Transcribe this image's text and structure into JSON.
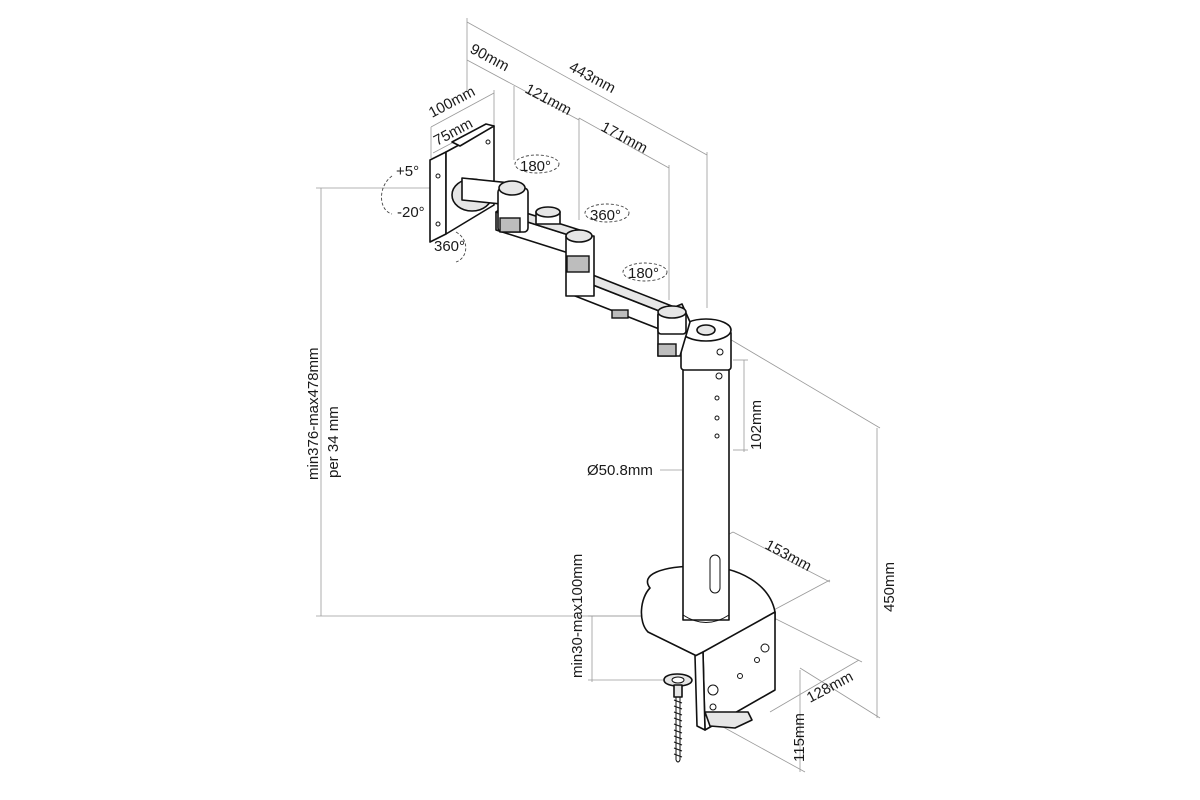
{
  "labels": {
    "w90": "90mm",
    "w443": "443mm",
    "w121": "121mm",
    "w171": "171mm",
    "vesa100": "100mm",
    "vesa75": "75mm",
    "tilt_up": "+5°",
    "tilt_down": "-20°",
    "rot_head": "360°",
    "rot_arm1": "180°",
    "rot_arm2": "360°",
    "rot_arm3": "180°",
    "height_range": "min376-max478mm",
    "height_step": "per 34 mm",
    "hole_spacing": "102mm",
    "pole_diameter": "Ø50.8mm",
    "clamp_thickness": "min30-max100mm",
    "base_width": "153mm",
    "pole_height": "450mm",
    "base_depth": "128mm",
    "clamp_height": "115mm"
  }
}
